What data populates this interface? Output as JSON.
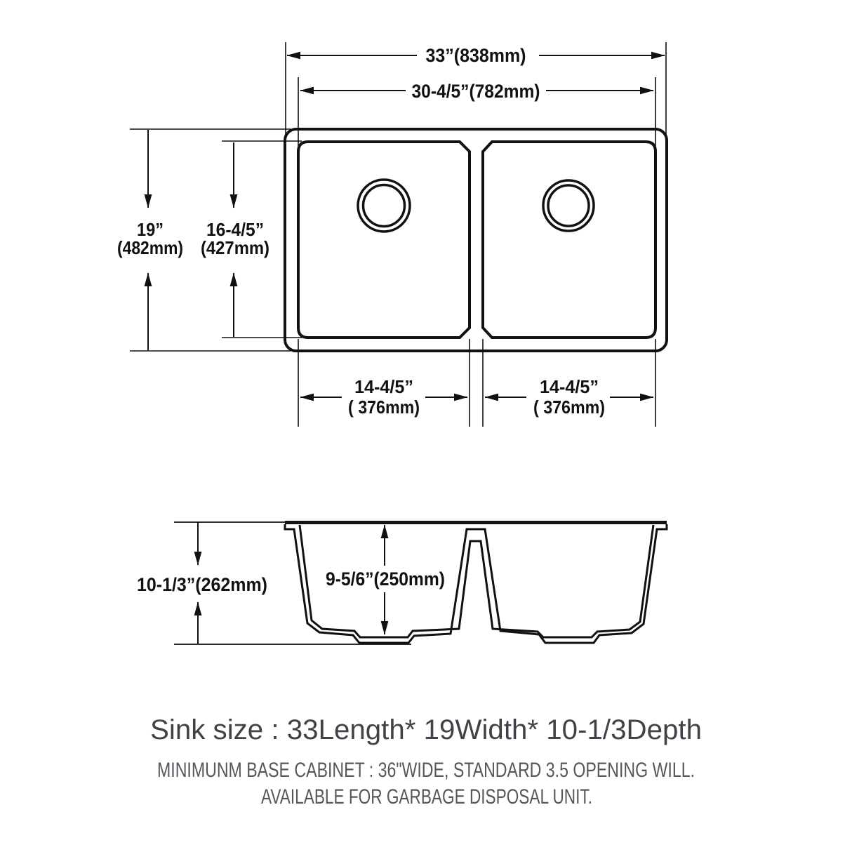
{
  "top_view": {
    "overall_width": "33”(838mm)",
    "inner_width": "30-4/5”(782mm)",
    "overall_depth": {
      "line1": "19”",
      "line2": "(482mm)"
    },
    "inner_depth": {
      "line1": "16-4/5”",
      "line2": "(427mm)"
    },
    "left_bowl_width": {
      "line1": "14-4/5”",
      "line2": "( 376mm)"
    },
    "right_bowl_width": {
      "line1": "14-4/5”",
      "line2": "( 376mm)"
    }
  },
  "side_view": {
    "overall_height": "10-1/3”(262mm)",
    "bowl_depth": "9-5/6”(250mm)"
  },
  "caption": {
    "sink_size": "Sink size :  33Length* 19Width* 10-1/3Depth",
    "note1": "MINIMUNM BASE CABINET : 36\"WIDE,  STANDARD 3.5 OPENING WILL.",
    "note2": "AVAILABLE FOR GARBAGE DISPOSAL UNIT."
  },
  "colors": {
    "line": "#111111",
    "title_text": "#3f4347",
    "note_text": "#54575b",
    "background": "#ffffff"
  }
}
